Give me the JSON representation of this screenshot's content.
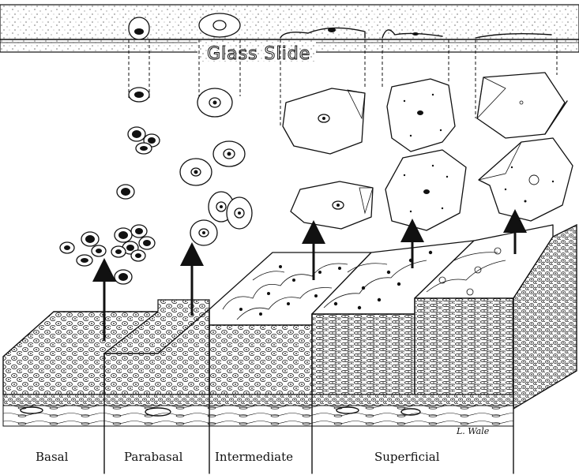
{
  "slide": {
    "label": "Glass Slide"
  },
  "layers": [
    {
      "key": "basal",
      "label": "Basal"
    },
    {
      "key": "parabasal",
      "label": "Parabasal"
    },
    {
      "key": "intermediate",
      "label": "Intermediate"
    },
    {
      "key": "superficial",
      "label": "Superficial"
    }
  ],
  "signature": "L. Wale"
}
